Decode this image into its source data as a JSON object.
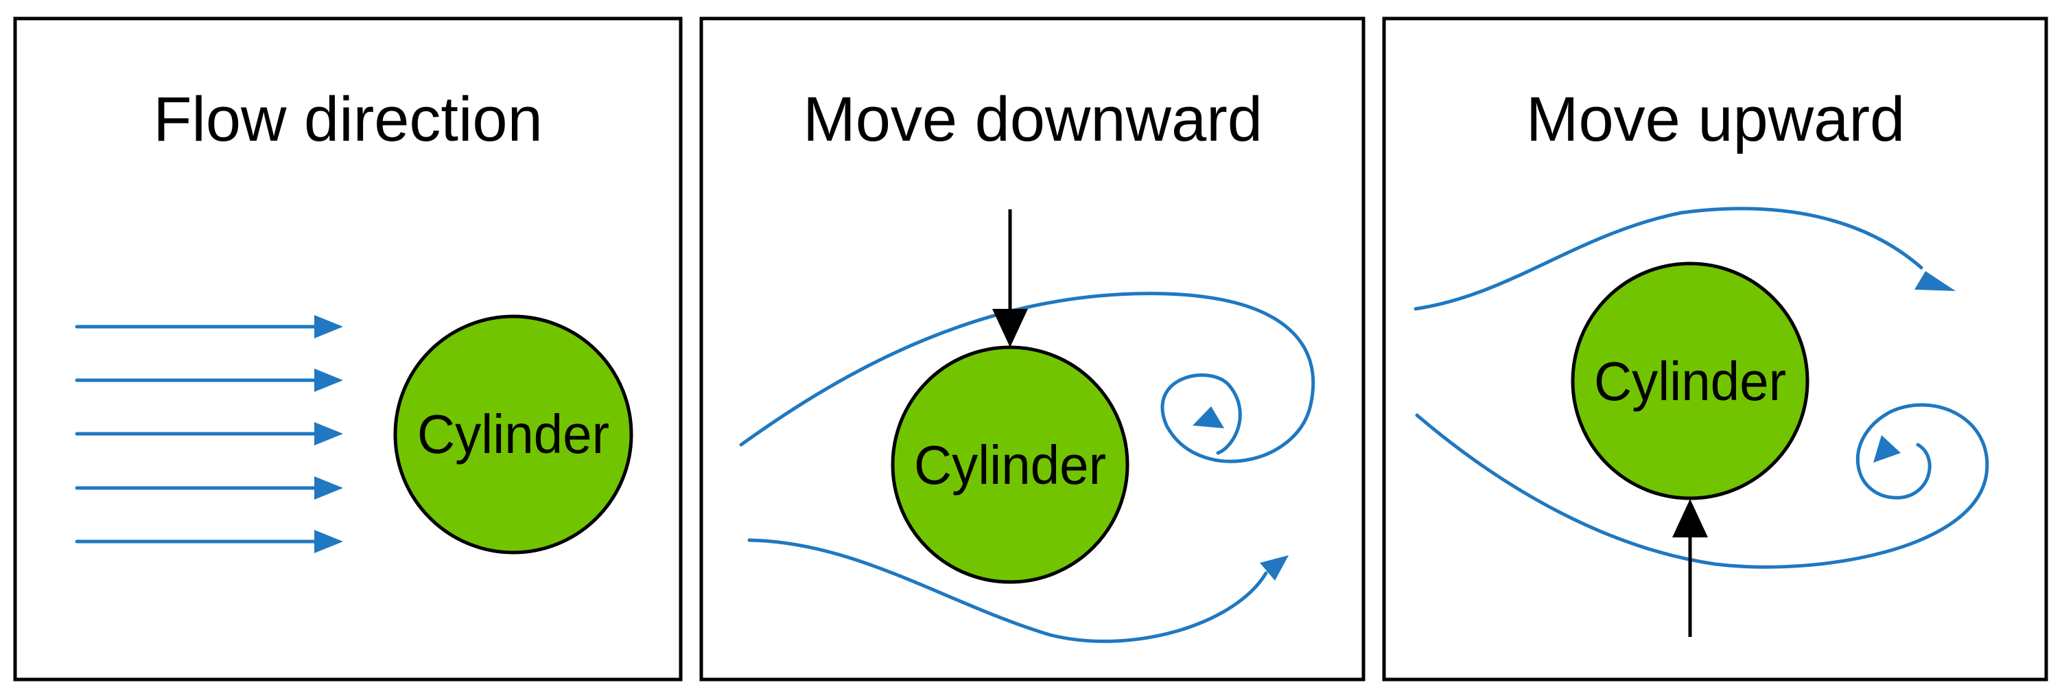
{
  "panels": [
    {
      "title": "Flow direction",
      "cylinder_label": "Cylinder"
    },
    {
      "title": "Move downward",
      "cylinder_label": "Cylinder"
    },
    {
      "title": "Move upward",
      "cylinder_label": "Cylinder"
    }
  ],
  "colors": {
    "flow": "#1f78c1",
    "cylinder": "#72c400",
    "border": "#000000",
    "background": "#ffffff"
  }
}
